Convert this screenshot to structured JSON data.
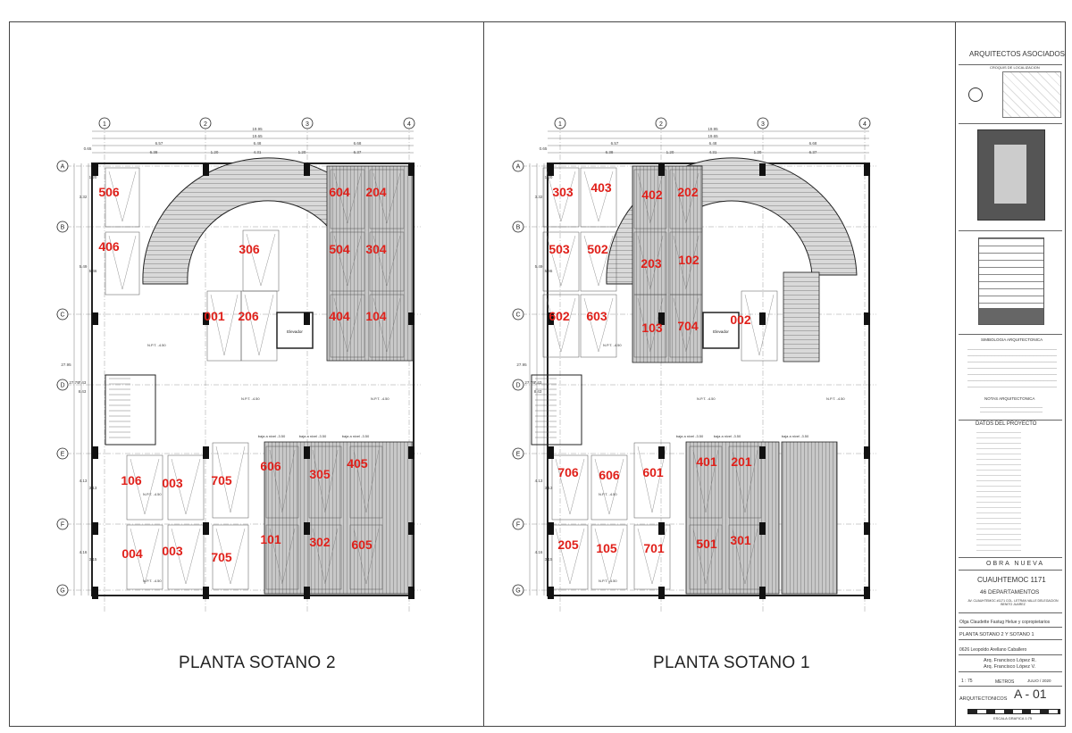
{
  "plans": [
    {
      "title": "PLANTA SOTANO 2",
      "units": [
        "506",
        "406",
        "604",
        "204",
        "306",
        "504",
        "304",
        "001",
        "206",
        "404",
        "104",
        "106",
        "003",
        "705",
        "606",
        "305",
        "405",
        "004",
        "003",
        "705",
        "101",
        "302",
        "605"
      ]
    },
    {
      "title": "PLANTA SOTANO 1",
      "units": [
        "303",
        "403",
        "402",
        "202",
        "503",
        "502",
        "203",
        "102",
        "602",
        "603",
        "103",
        "704",
        "002",
        "706",
        "606",
        "601",
        "401",
        "201",
        "205",
        "105",
        "701",
        "501",
        "301"
      ]
    }
  ],
  "axes": {
    "columns": [
      "1",
      "2",
      "3",
      "4"
    ],
    "rows": [
      "A",
      "B",
      "C",
      "D",
      "E",
      "F",
      "G"
    ]
  },
  "dims": {
    "plan1": [
      "19.95",
      "19.65",
      "6.57",
      "6.48",
      "6.68",
      "0.65",
      "6.38",
      "1.20",
      "4.31",
      "1.20",
      "6.37"
    ],
    "plan2": [
      "19.95",
      "19.65",
      "6.57",
      "6.48",
      "6.68",
      "0.65",
      "6.38",
      "1.20",
      "4.31",
      "1.20",
      "6.37"
    ],
    "vertical": [
      "27.95",
      "27.79",
      "7.43",
      "8.43",
      "3.32",
      "1.20",
      "5.49",
      "5.46",
      "4.13",
      "3.13",
      "4.16",
      "3.15"
    ]
  },
  "labels": {
    "elevator": "Elevador",
    "ramp_notes": [
      "baja a nivel -3.50",
      "baja a nivel -3.50",
      "baja a nivel -3.50",
      "baja a nivel -2.50"
    ],
    "npt": [
      "N.P.T.",
      "-4.50"
    ]
  },
  "title_block": {
    "firm": "ARQUITECTOS ASOCIADOS",
    "location_label": "CROQUIS DE LOCALIZACION",
    "symbology_title": "SIMBOLOGIA ARQUITECTONICA",
    "notes_title": "NOTAS ARQUITECTONICA",
    "data_title": "DATOS DEL PROYECTO",
    "obra": "OBRA NUEVA",
    "project": "CUAUHTEMOC 1171",
    "departments": "46 DEPARTAMENTOS",
    "address": "AV. CUAUHTEMOC #1171 COL. LETRAN VALLE DELEGACION BENITO JUAREZ",
    "owner": "Olga Claudette Fastug Helue y copropietarios",
    "plane": "PLANTA SOTANO 2 Y SOTANO 1",
    "dro": "0626 Leopoldo Arellano Caballero",
    "design1": "Arq. Francisco López R.",
    "design2": "Arq. Francisco López V.",
    "scale": "1 : 75",
    "units": "METROS",
    "date": "JULIO / 2020",
    "kind": "ARQUITECTONICOS",
    "sheet": "A - 01",
    "graphic_scale": "ESCALA GRAFICA 1:75"
  },
  "colors": {
    "unit_red": "#e0201a",
    "ink": "#222222",
    "hatch": "#8a8a8a",
    "shade": "#bdbdbd"
  }
}
